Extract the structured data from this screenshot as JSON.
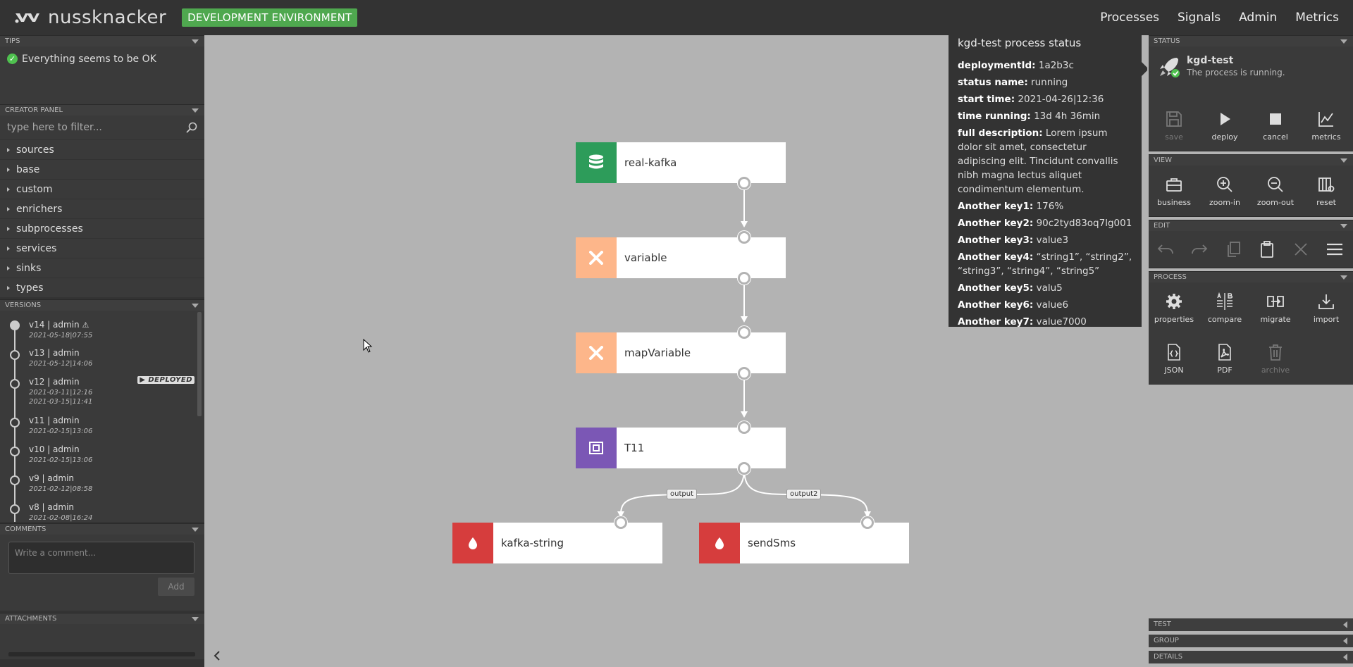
{
  "app": {
    "logo_text": "nussknacker",
    "env_badge": "DEVELOPMENT ENVIRONMENT"
  },
  "topnav": [
    "Processes",
    "Signals",
    "Admin",
    "Metrics"
  ],
  "tips": {
    "header": "TIPS",
    "message": "Everything seems to be OK"
  },
  "creator": {
    "header": "CREATOR PANEL",
    "filter_placeholder": "type here to filter...",
    "categories": [
      "sources",
      "base",
      "custom",
      "enrichers",
      "subprocesses",
      "services",
      "sinks",
      "types"
    ]
  },
  "versions": {
    "header": "VERSIONS",
    "deployed_label": "DEPLOYED",
    "items": [
      {
        "title": "v14 | admin",
        "dates": [
          "2021-05-18|07:55"
        ],
        "warning": true
      },
      {
        "title": "v13 | admin",
        "dates": [
          "2021-05-12|14:06"
        ]
      },
      {
        "title": "v12 | admin",
        "dates": [
          "2021-03-11|12:16",
          "2021-03-15|11:41"
        ],
        "deployed": true
      },
      {
        "title": "v11 | admin",
        "dates": [
          "2021-02-15|13:06"
        ]
      },
      {
        "title": "v10 | admin",
        "dates": [
          "2021-02-15|13:06"
        ]
      },
      {
        "title": "v9 | admin",
        "dates": [
          "2021-02-12|08:58"
        ]
      },
      {
        "title": "v8 | admin",
        "dates": [
          "2021-02-08|16:24"
        ]
      }
    ]
  },
  "comments": {
    "header": "COMMENTS",
    "placeholder": "Write a comment...",
    "add_label": "Add"
  },
  "attachments": {
    "header": "ATTACHMENTS"
  },
  "graph": {
    "nodes": [
      {
        "id": "real-kafka",
        "label": "real-kafka",
        "color": "#2d9c5a",
        "icon": "database-icon"
      },
      {
        "id": "variable",
        "label": "variable",
        "color": "#fdb68a",
        "icon": "variable-x-icon"
      },
      {
        "id": "mapVariable",
        "label": "mapVariable",
        "color": "#fdb68a",
        "icon": "variable-x-icon"
      },
      {
        "id": "T11",
        "label": "T11",
        "color": "#7b57b5",
        "icon": "custom-node-icon"
      },
      {
        "id": "kafka-string",
        "label": "kafka-string",
        "color": "#d63d3d",
        "icon": "sink-drop-icon"
      },
      {
        "id": "sendSms",
        "label": "sendSms",
        "color": "#d63d3d",
        "icon": "sink-drop-icon"
      }
    ],
    "edge_labels": [
      "output",
      "output2"
    ]
  },
  "tooltip": {
    "title": "kgd-test process status",
    "rows": [
      {
        "k": "deploymentId:",
        "v": "1a2b3c"
      },
      {
        "k": "status name:",
        "v": "running"
      },
      {
        "k": "start time:",
        "v": "2021-04-26|12:36"
      },
      {
        "k": "time running:",
        "v": "13d 4h 36min"
      },
      {
        "k": "full description:",
        "v": "Lorem ipsum dolor sit amet, consectetur adipiscing elit. Tincidunt convallis nibh magna lectus aliquet condimentum elementum."
      },
      {
        "k": "Another key1:",
        "v": "176%"
      },
      {
        "k": "Another key2:",
        "v": "90c2tyd83oq7lg001"
      },
      {
        "k": "Another key3:",
        "v": "value3"
      },
      {
        "k": "Another key4:",
        "v": "“string1”, “string2”, “string3”, “string4”, “string5”"
      },
      {
        "k": "Another key5:",
        "v": "valu5"
      },
      {
        "k": "Another key6:",
        "v": "value6"
      },
      {
        "k": "Another key7:",
        "v": "value7000"
      }
    ]
  },
  "status": {
    "header": "STATUS",
    "process_name": "kgd-test",
    "message": "The process is running.",
    "buttons": [
      "save",
      "deploy",
      "cancel",
      "metrics"
    ]
  },
  "view": {
    "header": "VIEW",
    "buttons": [
      "business",
      "zoom-in",
      "zoom-out",
      "reset"
    ]
  },
  "edit": {
    "header": "EDIT"
  },
  "process": {
    "header": "PROCESS",
    "buttons": [
      "properties",
      "compare",
      "migrate",
      "import",
      "JSON",
      "PDF",
      "archive"
    ]
  },
  "bottom_panels": [
    "TEST",
    "GROUP",
    "DETAILS"
  ],
  "colors": {
    "canvas": "#b3b3b3",
    "panel": "#3a3a3a",
    "topbar": "#333333",
    "env_badge": "#4fa84f",
    "ok": "#4fc14f"
  }
}
